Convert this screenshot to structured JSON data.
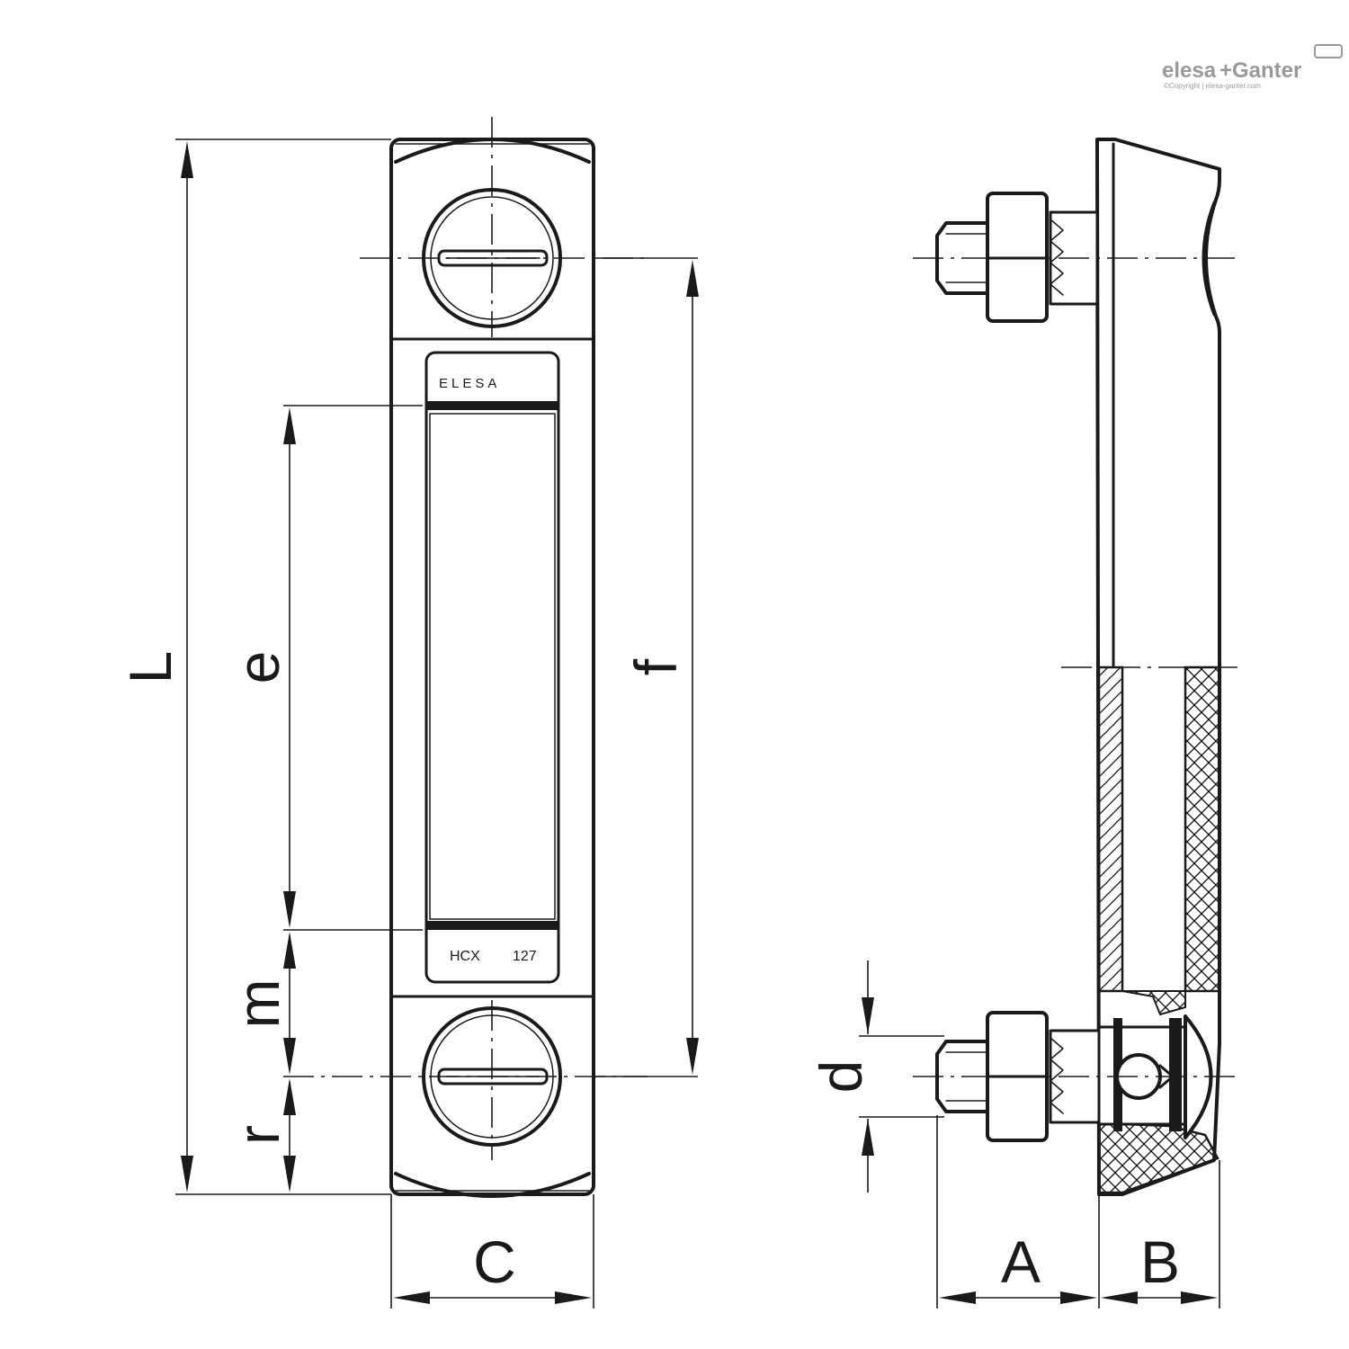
{
  "logo": {
    "brand_left": "elesa",
    "brand_plus": "+",
    "brand_right": "Ganter",
    "copyright": "©Copyright | elesa-ganter.com"
  },
  "product": {
    "brand_mark": "ELESA",
    "model": "HCX",
    "size": "127"
  },
  "dimensions": {
    "L": "L",
    "e": "e",
    "f": "f",
    "m": "m",
    "r": "r",
    "C": "C",
    "d": "d",
    "A": "A",
    "B": "B"
  }
}
